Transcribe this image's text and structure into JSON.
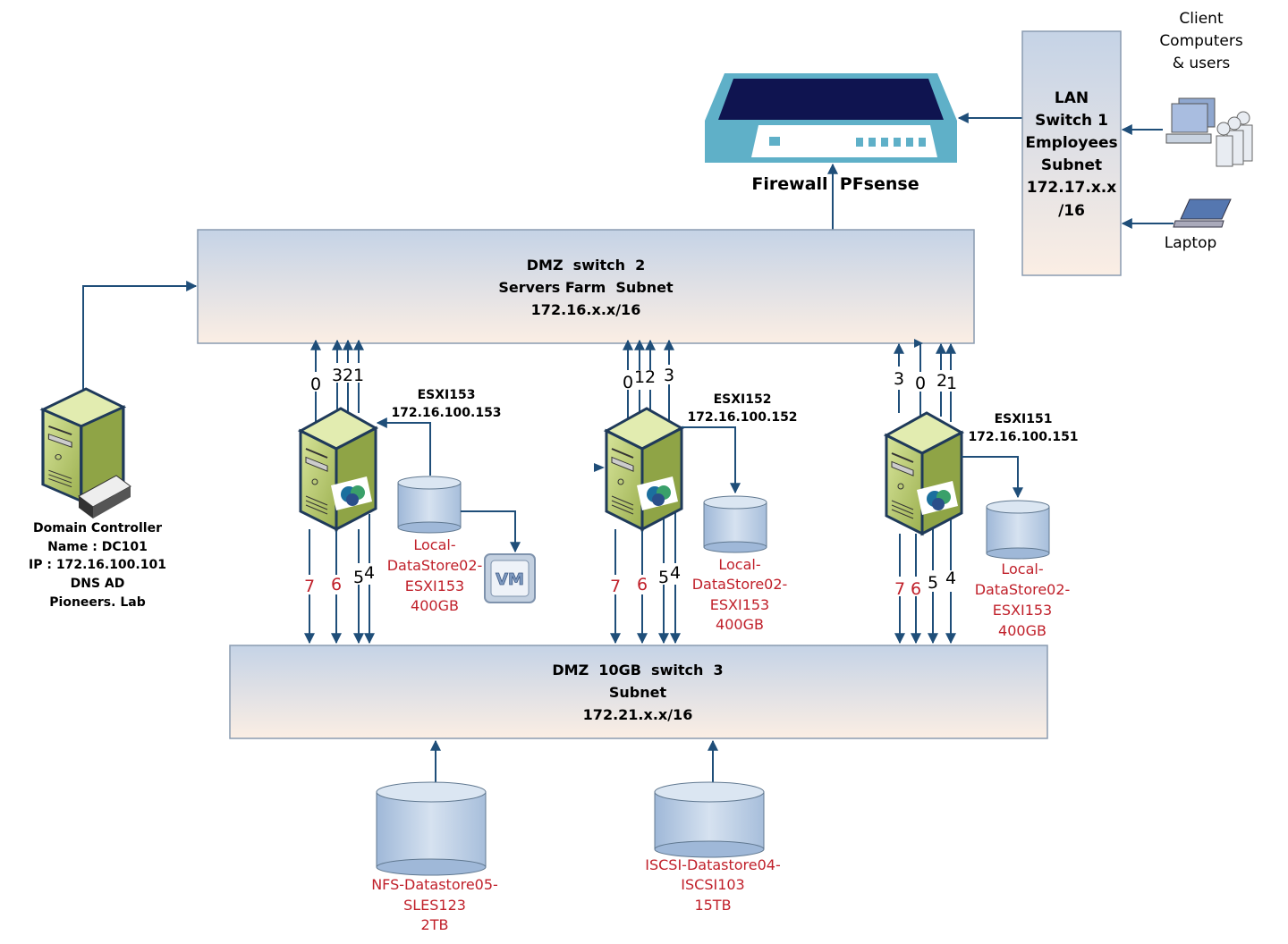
{
  "colors": {
    "line": "#1f4e79",
    "storage_label": "#c0202a",
    "switch_top": "#c5d3e6",
    "switch_bottom": "#fbeee4",
    "firewall": "#5fb0c8",
    "firewall_dark": "#0f1450"
  },
  "firewall": {
    "label": "Firewall  PFsense",
    "icon": "firewall-icon"
  },
  "lan_switch": {
    "lines": [
      "LAN",
      "Switch 1",
      "Employees",
      "Subnet",
      "172.17.x.x",
      "/16"
    ]
  },
  "clients": {
    "lines": [
      "Client",
      "Computers",
      "& users"
    ],
    "icon": "client-computers-icon"
  },
  "laptop": {
    "label": "Laptop",
    "icon": "laptop-icon"
  },
  "dmz_switch_2": {
    "lines": [
      "DMZ  switch  2",
      "Servers Farm  Subnet",
      "172.16.x.x/16"
    ]
  },
  "dmz_switch_3": {
    "lines": [
      "DMZ  10GB  switch  3",
      "Subnet",
      "172.21.x.x/16"
    ]
  },
  "domain_controller": {
    "lines": [
      "Domain Controller",
      "Name : DC101",
      "IP : 172.16.100.101",
      "DNS AD",
      "Pioneers. Lab"
    ],
    "icon": "server-icon"
  },
  "hosts": [
    {
      "name": "ESXI153",
      "ip": "172.16.100.153",
      "up_ports": [
        "0",
        "3",
        "2",
        "1"
      ],
      "down_ports": [
        "7",
        "6",
        "5",
        "4"
      ],
      "datastore": [
        "Local-",
        "DataStore02-",
        "ESXI153",
        "400GB"
      ],
      "vm_label": "VM"
    },
    {
      "name": "ESXI152",
      "ip": "172.16.100.152",
      "up_ports": [
        "0",
        "1",
        "2",
        "3"
      ],
      "down_ports": [
        "7",
        "6",
        "5",
        "4"
      ],
      "datastore": [
        "Local-",
        "DataStore02-",
        "ESXI153",
        "400GB"
      ]
    },
    {
      "name": "ESXI151",
      "ip": "172.16.100.151",
      "up_ports": [
        "3",
        "0",
        "2",
        "1"
      ],
      "down_ports": [
        "7",
        "6",
        "5",
        "4"
      ],
      "datastore": [
        "Local-",
        "DataStore02-",
        "ESXI153",
        "400GB"
      ]
    }
  ],
  "shared_storage": [
    {
      "lines": [
        "NFS-Datastore05-",
        "SLES123",
        "2TB"
      ]
    },
    {
      "lines": [
        "ISCSI-Datastore04-",
        "ISCSI103",
        "15TB"
      ]
    }
  ]
}
